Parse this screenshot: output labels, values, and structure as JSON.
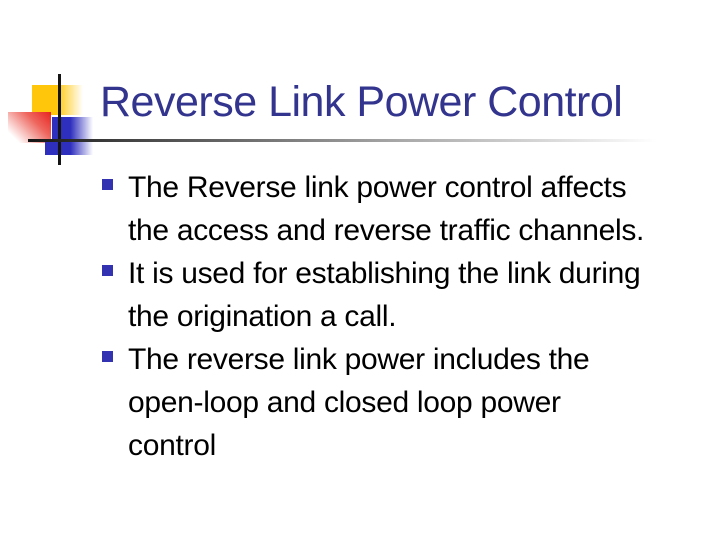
{
  "slide": {
    "title": "Reverse Link Power Control",
    "bullets": [
      {
        "lines": [
          "The Reverse link power control affects",
          "the access and reverse traffic channels."
        ]
      },
      {
        "lines": [
          "It is used for establishing the link during",
          "the origination a call."
        ]
      },
      {
        "lines": [
          "The reverse link power includes the",
          "open-loop and closed loop power",
          "control"
        ]
      }
    ]
  },
  "colors": {
    "background": "#FFFFFF",
    "title_text": "#32348E",
    "body_text": "#000000",
    "bullet_square": "#3333B2",
    "accent_yellow": "#FFC60B",
    "accent_red": "#E8231E",
    "accent_blue": "#2F2FBE"
  }
}
